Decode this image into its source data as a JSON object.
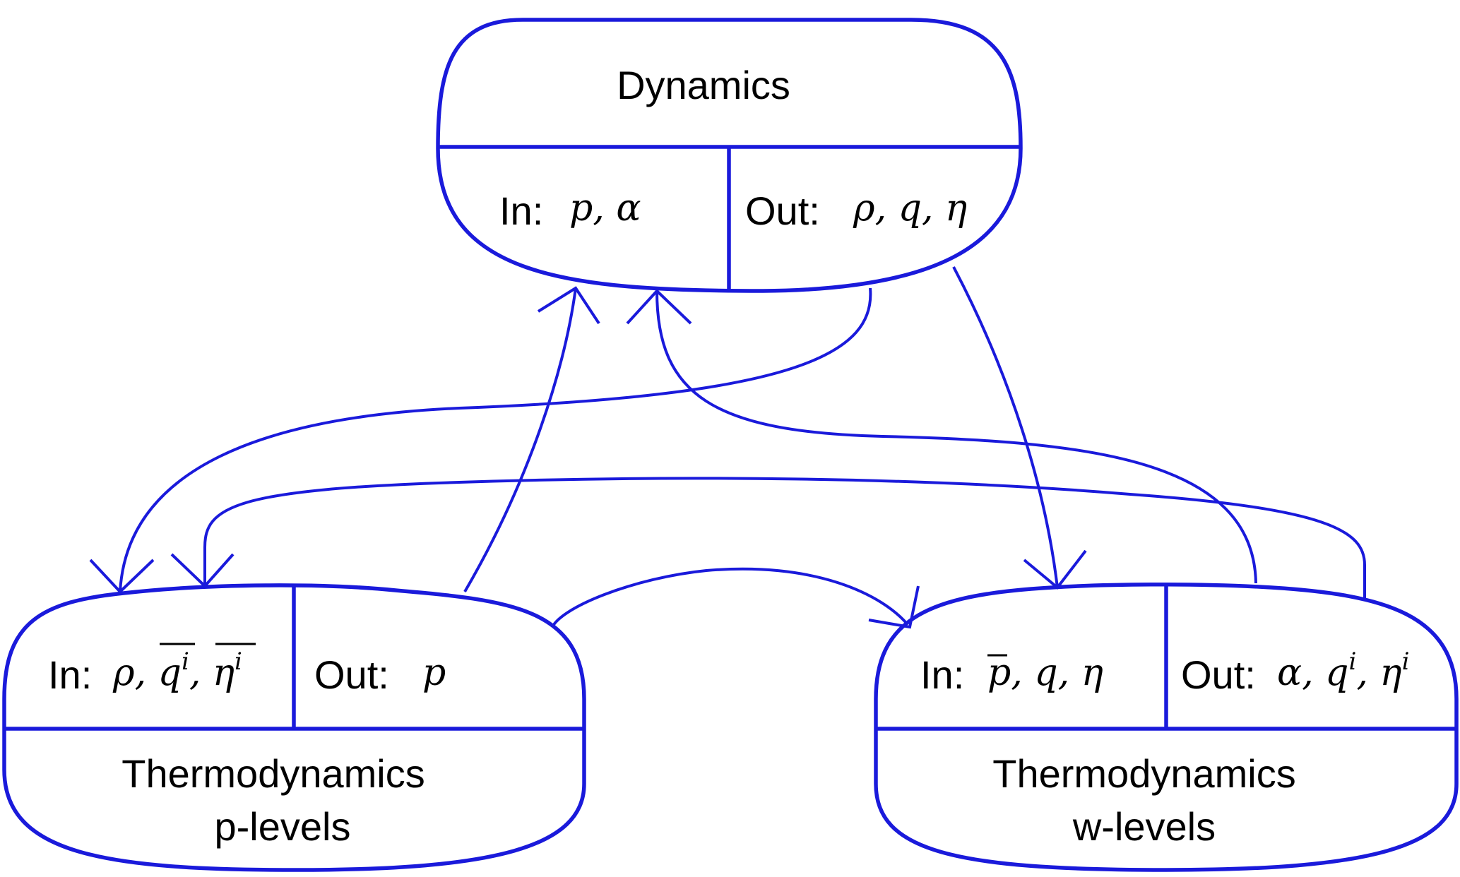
{
  "accent_color": "#1a1adb",
  "nodes": {
    "dynamics": {
      "title": "Dynamics",
      "in_label": "In:",
      "in_vars": "p, α",
      "out_label": "Out:",
      "out_vars": "ρ, q, η"
    },
    "thermo_p": {
      "title_line1": "Thermodynamics",
      "title_line2": "p-levels",
      "in_label": "In:",
      "in_vars_prefix": "ρ, ",
      "in_var_q": "q",
      "in_var_q_sup": "i",
      "in_sep": ", ",
      "in_var_eta": "η",
      "in_var_eta_sup": "i",
      "out_label": "Out:",
      "out_vars": "p"
    },
    "thermo_w": {
      "title_line1": "Thermodynamics",
      "title_line2": "w-levels",
      "in_label": "In:",
      "in_var_p": "p",
      "in_vars_rest": ", q, η",
      "out_label": "Out:",
      "out_vars_prefix": "α, q",
      "out_sup1": "i",
      "out_sep": ", η",
      "out_sup2": "i"
    }
  },
  "edges": [
    {
      "from": "dynamics.out",
      "to": "thermo_p.in"
    },
    {
      "from": "dynamics.out",
      "to": "thermo_w.in"
    },
    {
      "from": "thermo_p.out",
      "to": "dynamics.in"
    },
    {
      "from": "thermo_p.out",
      "to": "thermo_w.in"
    },
    {
      "from": "thermo_w.out",
      "to": "dynamics.in"
    },
    {
      "from": "thermo_w.out",
      "to": "thermo_p.in"
    }
  ]
}
